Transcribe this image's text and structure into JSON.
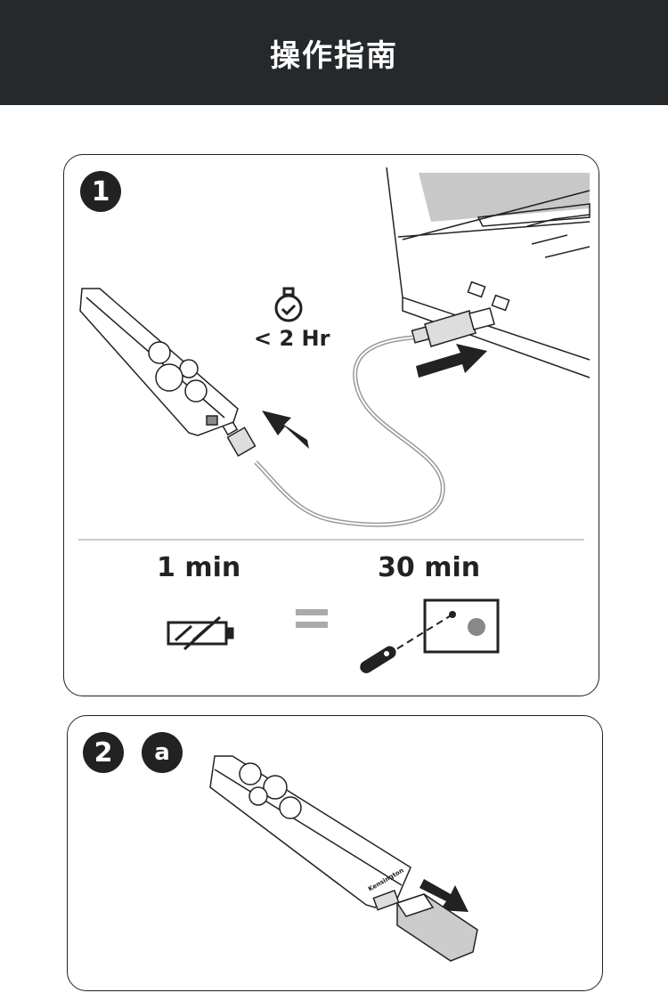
{
  "header": {
    "title": "操作指南"
  },
  "step1": {
    "number": "1",
    "charge_time": "< 2 Hr",
    "charge_duration": "1 min",
    "use_duration": "30 min",
    "equals": "="
  },
  "step2": {
    "number": "2",
    "substep": "a",
    "brand_text": "Kensington"
  }
}
